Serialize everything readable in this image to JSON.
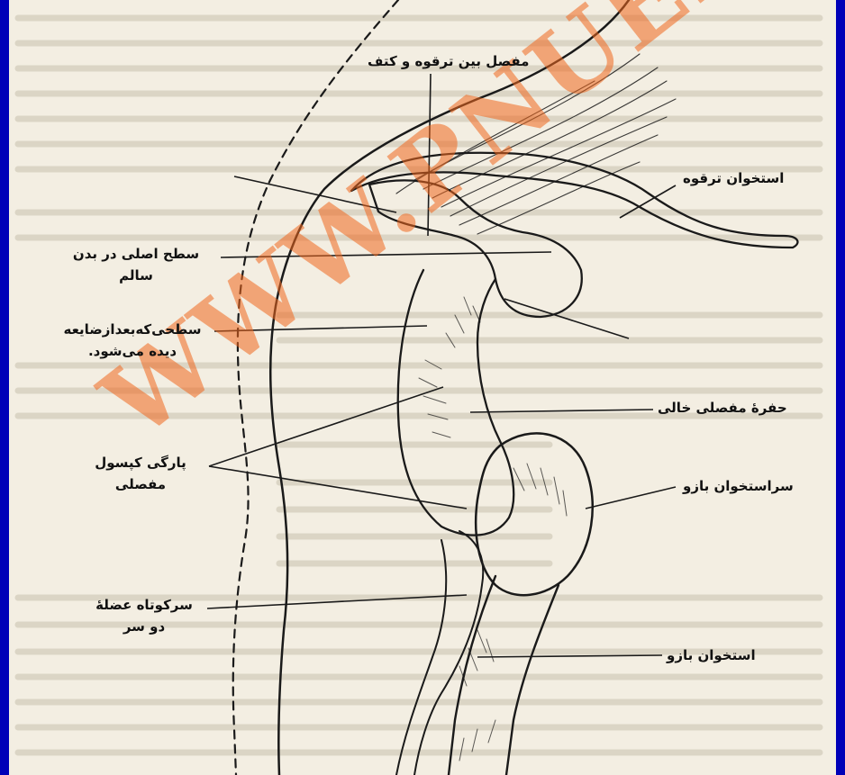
{
  "labels": {
    "joint": "مفصل بین ترقوه و کتف",
    "clavicle": "استخوان ترقوه",
    "normal_surface_1": "سطح اصلی در بدن",
    "normal_surface_2": "سالم",
    "injured_surface_1": "سطحی‌که‌بعدازضایعه",
    "injured_surface_2": "دیده می‌شود.",
    "empty_socket": "حفرهٔ مفصلی خالی",
    "capsule_tear_1": "پارگی کپسول",
    "capsule_tear_2": "مفصلی",
    "humeral_head": "سراستخوان بازو",
    "biceps_1": "سرکوتاه عضلهٔ",
    "biceps_2": "دو سر",
    "humerus": "استخوان بازو"
  },
  "watermark": "WWW.PNUEB.COM",
  "colors": {
    "border": "#0000b8",
    "paper": "#f3eee2",
    "ink": "#111111",
    "watermark": "#f0681e"
  }
}
